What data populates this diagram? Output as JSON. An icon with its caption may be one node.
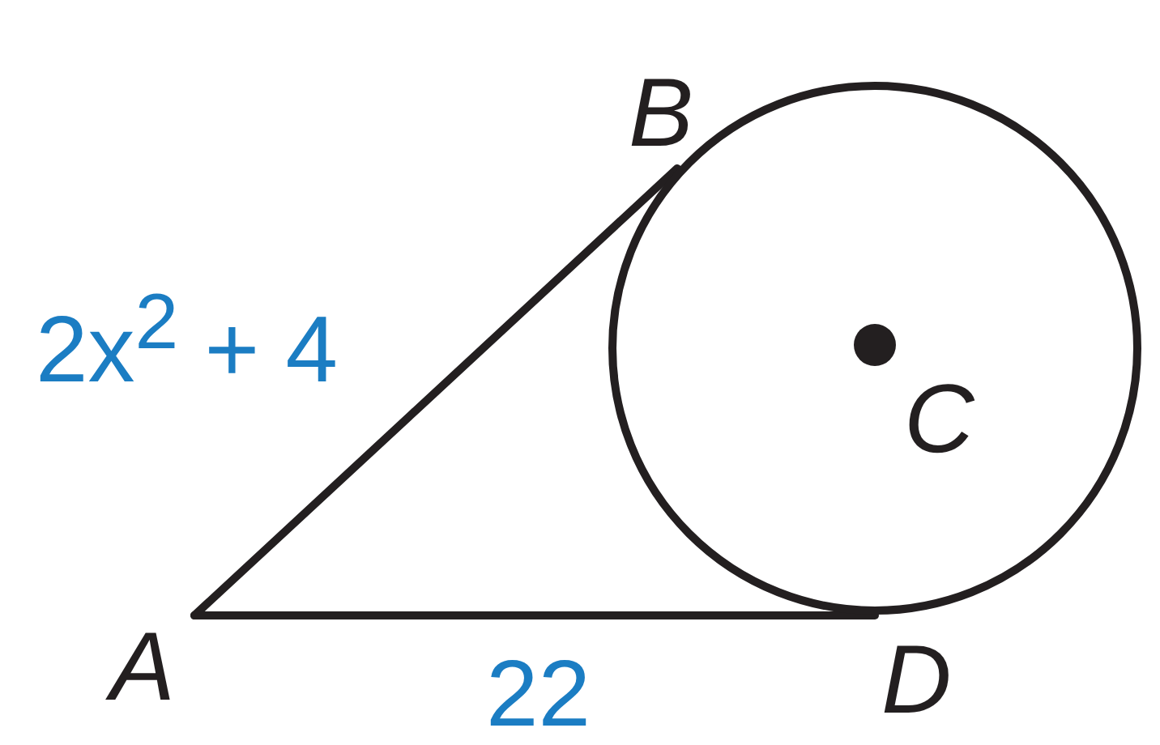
{
  "diagram": {
    "nodes": [
      {
        "text": [
          "A"
        ]
      },
      {
        "text": [
          "B"
        ]
      },
      {
        "text": [
          "C"
        ]
      },
      {
        "text": [
          "D"
        ]
      }
    ],
    "edges": [
      {
        "from": 0,
        "to": 1,
        "arrow": "none",
        "label": "2x$^{2}$ + 4"
      },
      {
        "from": 0,
        "to": 3,
        "arrow": "none",
        "label": "22"
      }
    ]
  }
}
